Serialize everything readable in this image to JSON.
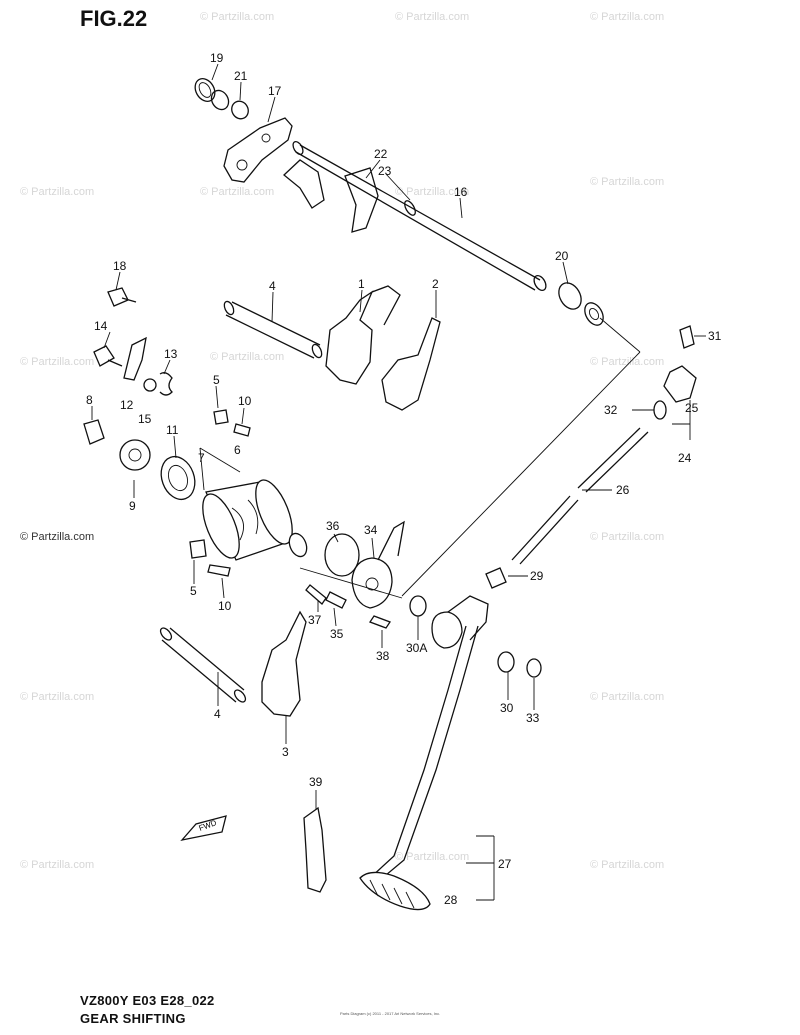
{
  "figure": {
    "title": "FIG.22",
    "model_code": "VZ800Y E03 E28_022",
    "name": "GEAR SHIFTING",
    "copyright": "Parts Diagram (c) 2011 - 2017 Ari Network Services, Inc."
  },
  "watermark": {
    "text": "© Partzilla.com",
    "emphasized_text": "© Partzilla.com"
  },
  "fwd_mark": "FWD",
  "callouts": [
    {
      "id": "c19",
      "text": "19"
    },
    {
      "id": "c21",
      "text": "21"
    },
    {
      "id": "c17",
      "text": "17"
    },
    {
      "id": "c22",
      "text": "22"
    },
    {
      "id": "c23",
      "text": "23"
    },
    {
      "id": "c16",
      "text": "16"
    },
    {
      "id": "c20",
      "text": "20"
    },
    {
      "id": "c18",
      "text": "18"
    },
    {
      "id": "c4a",
      "text": "4"
    },
    {
      "id": "c1",
      "text": "1"
    },
    {
      "id": "c2",
      "text": "2"
    },
    {
      "id": "c31",
      "text": "31"
    },
    {
      "id": "c14",
      "text": "14"
    },
    {
      "id": "c13",
      "text": "13"
    },
    {
      "id": "c12",
      "text": "12"
    },
    {
      "id": "c15",
      "text": "15"
    },
    {
      "id": "c5a",
      "text": "5"
    },
    {
      "id": "c10a",
      "text": "10"
    },
    {
      "id": "c32",
      "text": "32"
    },
    {
      "id": "c25",
      "text": "25"
    },
    {
      "id": "c8",
      "text": "8"
    },
    {
      "id": "c11",
      "text": "11"
    },
    {
      "id": "c7",
      "text": "7"
    },
    {
      "id": "c6",
      "text": "6"
    },
    {
      "id": "c24",
      "text": "24"
    },
    {
      "id": "c26",
      "text": "26"
    },
    {
      "id": "c9",
      "text": "9"
    },
    {
      "id": "c36",
      "text": "36"
    },
    {
      "id": "c34",
      "text": "34"
    },
    {
      "id": "c29",
      "text": "29"
    },
    {
      "id": "c5b",
      "text": "5"
    },
    {
      "id": "c10b",
      "text": "10"
    },
    {
      "id": "c37",
      "text": "37"
    },
    {
      "id": "c35",
      "text": "35"
    },
    {
      "id": "c30a",
      "text": "30A"
    },
    {
      "id": "c38",
      "text": "38"
    },
    {
      "id": "c4b",
      "text": "4"
    },
    {
      "id": "c3",
      "text": "3"
    },
    {
      "id": "c30",
      "text": "30"
    },
    {
      "id": "c33",
      "text": "33"
    },
    {
      "id": "c39",
      "text": "39"
    },
    {
      "id": "c27",
      "text": "27"
    },
    {
      "id": "c28",
      "text": "28"
    }
  ]
}
